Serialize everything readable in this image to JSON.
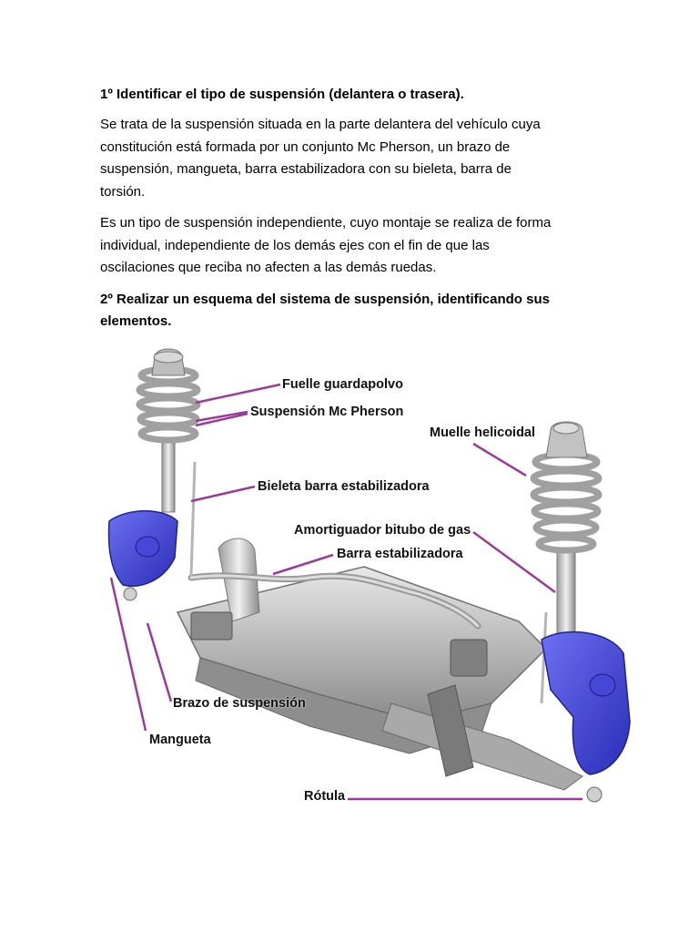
{
  "section1": {
    "heading": "1º Identificar el tipo de suspensión (delantera o trasera).",
    "paragraph1_lines": [
      "Se trata de la suspensión situada en la parte delantera del vehículo cuya",
      "constitución está formada por un conjunto Mc Pherson, un brazo de",
      "suspensión, mangueta, barra estabilizadora con su bieleta, barra de",
      "torsión."
    ],
    "paragraph2_lines": [
      "Es un tipo de suspensión independiente, cuyo montaje se realiza de forma",
      "individual, independiente de los demás ejes con el fin de que las",
      "oscilaciones que reciba no afecten a las demás ruedas."
    ]
  },
  "section2": {
    "heading_lines": [
      "2º Realizar un esquema del sistema de suspensión, identificando sus",
      "elementos."
    ]
  },
  "diagram": {
    "leader_color": "#9b3a9a",
    "part_color": "#3b3fd1",
    "labels": {
      "fuelle": "Fuelle guardapolvo",
      "mcpherson": "Suspensión Mc Pherson",
      "muelle": "Muelle helicoidal",
      "bieleta": "Bieleta barra estabilizadora",
      "amortiguador": "Amortiguador bitubo de gas",
      "barra": "Barra estabilizadora",
      "brazo": "Brazo de suspensión",
      "mangueta": "Mangueta",
      "rotula": "Rótula"
    }
  }
}
